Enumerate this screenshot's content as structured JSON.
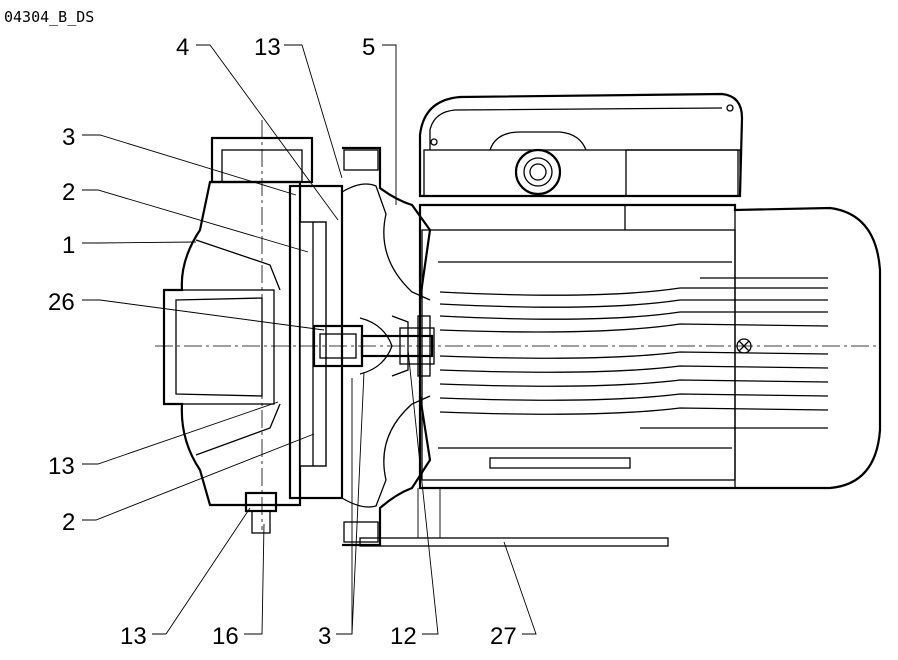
{
  "drawing_code": "04304_B_DS",
  "callouts": {
    "c4": "4",
    "c13_top": "13",
    "c5": "5",
    "c3_upper": "3",
    "c2_upper": "2",
    "c1": "1",
    "c26": "26",
    "c13_left": "13",
    "c2_lower": "2",
    "c13_bottom": "13",
    "c16": "16",
    "c3_bottom": "3",
    "c12": "12",
    "c27": "27"
  }
}
